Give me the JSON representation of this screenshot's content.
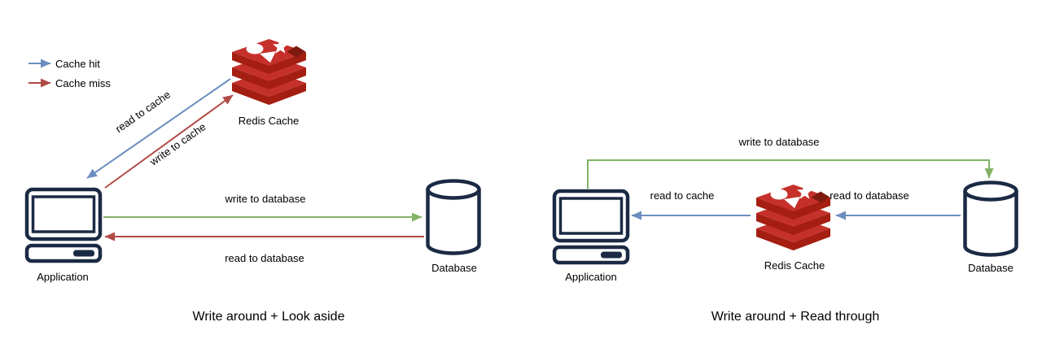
{
  "legend": {
    "cache_hit_label": "Cache hit",
    "cache_miss_label": "Cache miss"
  },
  "colors": {
    "cache_hit_blue": "#6c8ebf",
    "cache_miss_red": "#b04a45",
    "write_green": "#82b366",
    "node_outline_navy": "#1b2a44",
    "redis_red": "#c6302b",
    "redis_dark_red": "#a41e11",
    "label_text": "#000000"
  },
  "left_diagram": {
    "title": "Write around + Look aside",
    "nodes": {
      "redis_label": "Redis Cache",
      "application_label": "Application",
      "database_label": "Database"
    },
    "edges": {
      "read_to_cache_label": "read to cache",
      "write_to_cache_label": "write to cache",
      "write_to_database_label": "write to database",
      "read_to_database_label": "read to database"
    }
  },
  "right_diagram": {
    "title": "Write around + Read through",
    "nodes": {
      "application_label": "Application",
      "redis_label": "Redis Cache",
      "database_label": "Database"
    },
    "edges": {
      "write_to_database_label": "write to database",
      "read_to_cache_label": "read to cache",
      "read_to_database_label": "read to database"
    }
  }
}
